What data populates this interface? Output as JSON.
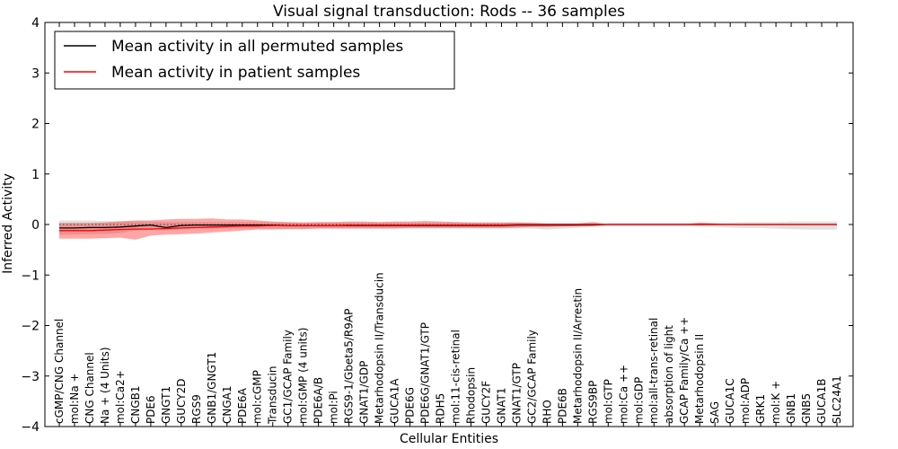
{
  "chart_data": {
    "type": "line",
    "title": "Visual signal transduction: Rods -- 36 samples",
    "xlabel": "Cellular Entities",
    "ylabel": "Inferred Activity",
    "ylim": [
      -4,
      4
    ],
    "yticks": [
      -4,
      -3,
      -2,
      -1,
      0,
      1,
      2,
      3,
      4
    ],
    "grid": false,
    "legend_position": "top-left",
    "categories": [
      "cGMP/CNG Channel",
      "mol:Na +",
      "CNG Channel",
      "Na + (4 Units)",
      "mol:Ca2+",
      "CNGB1",
      "PDE6",
      "GNGT1",
      "GUCY2D",
      "RGS9",
      "GNB1/GNGT1",
      "CNGA1",
      "PDE6A",
      "mol:cGMP",
      "Transducin",
      "GC1/GCAP Family",
      "mol:GMP (4 units)",
      "PDE6A/B",
      "mol:Pi",
      "RGS9-1/Gbeta5/R9AP",
      "GNAT1/GDP",
      "Metarhodopsin II/Transducin",
      "GUCA1A",
      "PDE6G",
      "PDE6G/GNAT1/GTP",
      "RDH5",
      "mol:11-cis-retinal",
      "Rhodopsin",
      "GUCY2F",
      "GNAT1",
      "GNAT1/GTP",
      "GC2/GCAP Family",
      "RHO",
      "PDE6B",
      "Metarhodopsin II/Arrestin",
      "RGS9BP",
      "mol:GTP",
      "mol:Ca ++",
      "mol:GDP",
      "mol:all-trans-retinal",
      "absorption of light",
      "GCAP Family/Ca ++",
      "Metarhodopsin II",
      "SAG",
      "GUCA1C",
      "mol:ADP",
      "GRK1",
      "mol:K +",
      "GNB1",
      "GNB5",
      "GUCA1B",
      "SLC24A1"
    ],
    "series": [
      {
        "name": "Mean activity in all permuted samples",
        "color": "#000000",
        "style": "solid",
        "values": [
          -0.07,
          -0.07,
          -0.06,
          -0.06,
          -0.05,
          -0.03,
          -0.01,
          -0.06,
          -0.02,
          -0.01,
          -0.01,
          -0.01,
          -0.01,
          -0.01,
          -0.01,
          -0.02,
          -0.02,
          -0.02,
          -0.02,
          -0.02,
          -0.02,
          -0.02,
          -0.02,
          -0.02,
          -0.02,
          -0.02,
          -0.02,
          -0.02,
          -0.02,
          -0.02,
          -0.01,
          -0.01,
          -0.01,
          -0.01,
          -0.01,
          -0.01,
          0.0,
          0.0,
          0.0,
          0.0,
          0.0,
          0.0,
          0.0,
          0.0,
          0.0,
          0.0,
          0.0,
          0.0,
          0.0,
          0.0,
          0.0,
          0.0
        ],
        "band_low": [
          -0.2,
          -0.2,
          -0.19,
          -0.19,
          -0.17,
          -0.12,
          -0.08,
          -0.12,
          -0.09,
          -0.08,
          -0.08,
          -0.08,
          -0.08,
          -0.08,
          -0.08,
          -0.08,
          -0.08,
          -0.08,
          -0.08,
          -0.08,
          -0.08,
          -0.08,
          -0.08,
          -0.08,
          -0.08,
          -0.08,
          -0.08,
          -0.08,
          -0.08,
          -0.08,
          -0.08,
          -0.08,
          -0.1,
          -0.08,
          -0.07,
          -0.05,
          -0.04,
          -0.04,
          -0.04,
          -0.04,
          -0.04,
          -0.04,
          -0.04,
          -0.05,
          -0.06,
          -0.07,
          -0.07,
          -0.08,
          -0.09,
          -0.1,
          -0.1,
          -0.1
        ],
        "band_high": [
          0.08,
          0.08,
          0.08,
          0.07,
          0.07,
          0.06,
          0.06,
          0.05,
          0.05,
          0.05,
          0.05,
          0.05,
          0.05,
          0.05,
          0.04,
          0.04,
          0.04,
          0.04,
          0.04,
          0.04,
          0.04,
          0.04,
          0.04,
          0.04,
          0.04,
          0.04,
          0.04,
          0.04,
          0.04,
          0.04,
          0.04,
          0.04,
          0.03,
          0.03,
          0.03,
          0.03,
          0.03,
          0.03,
          0.03,
          0.03,
          0.03,
          0.03,
          0.03,
          0.04,
          0.04,
          0.05,
          0.05,
          0.05,
          0.06,
          0.06,
          0.06,
          0.06
        ]
      },
      {
        "name": "Mean activity in patient samples",
        "color": "#ff0000",
        "style": "solid",
        "values": [
          -0.12,
          -0.12,
          -0.12,
          -0.11,
          -0.1,
          -0.09,
          -0.09,
          -0.08,
          -0.07,
          -0.06,
          -0.05,
          -0.04,
          -0.03,
          -0.03,
          -0.02,
          -0.02,
          -0.02,
          -0.02,
          -0.02,
          -0.01,
          -0.01,
          -0.01,
          -0.01,
          -0.01,
          -0.01,
          -0.01,
          -0.01,
          -0.01,
          -0.01,
          -0.01,
          0.0,
          0.0,
          0.0,
          0.0,
          0.0,
          0.0,
          0.0,
          0.0,
          0.0,
          0.0,
          0.0,
          0.0,
          0.0,
          0.0,
          0.0,
          0.0,
          0.0,
          0.0,
          0.0,
          0.0,
          0.0,
          0.0
        ],
        "band_low": [
          -0.28,
          -0.28,
          -0.28,
          -0.27,
          -0.26,
          -0.3,
          -0.22,
          -0.2,
          -0.19,
          -0.18,
          -0.16,
          -0.14,
          -0.12,
          -0.1,
          -0.1,
          -0.09,
          -0.09,
          -0.08,
          -0.08,
          -0.08,
          -0.08,
          -0.08,
          -0.08,
          -0.07,
          -0.07,
          -0.07,
          -0.07,
          -0.07,
          -0.07,
          -0.07,
          -0.06,
          -0.05,
          -0.05,
          -0.04,
          -0.03,
          -0.02,
          0.0,
          0.0,
          0.0,
          0.0,
          0.0,
          0.0,
          -0.02,
          -0.01,
          0.0,
          0.0,
          0.0,
          0.0,
          0.0,
          0.0,
          0.0,
          0.0
        ],
        "band_high": [
          0.03,
          0.03,
          0.03,
          0.04,
          0.06,
          0.08,
          0.08,
          0.1,
          0.11,
          0.11,
          0.12,
          0.1,
          0.1,
          0.08,
          0.06,
          0.05,
          0.04,
          0.05,
          0.05,
          0.06,
          0.06,
          0.05,
          0.06,
          0.06,
          0.07,
          0.06,
          0.05,
          0.04,
          0.04,
          0.04,
          0.04,
          0.03,
          0.02,
          0.02,
          0.02,
          0.05,
          0.0,
          0.0,
          0.0,
          0.0,
          0.0,
          0.0,
          0.04,
          0.02,
          0.0,
          0.0,
          0.0,
          0.0,
          0.0,
          0.0,
          0.0,
          0.0
        ]
      }
    ]
  }
}
